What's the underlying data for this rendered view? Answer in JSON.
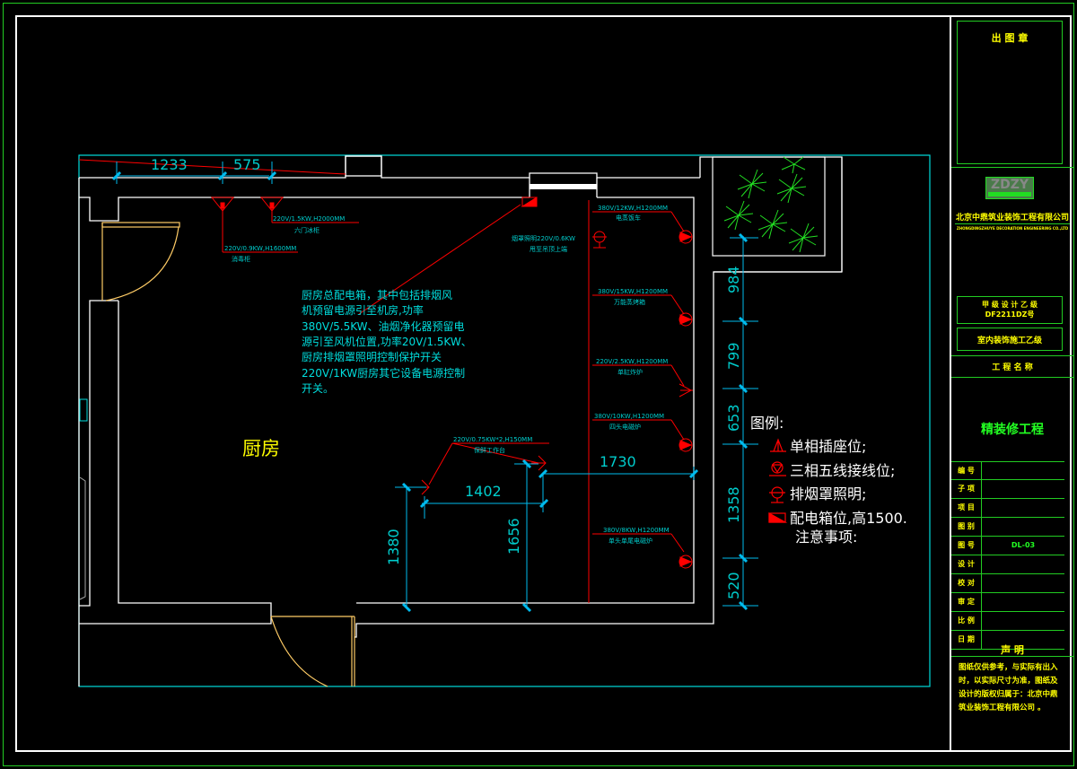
{
  "drawing": {
    "room_label": "厨房",
    "top_dimensions": [
      "1233",
      "575"
    ],
    "right_dimensions": [
      "984",
      "799",
      "653",
      "1358",
      "520"
    ],
    "interior_dimensions": {
      "horizontal_1730": "1730",
      "horizontal_1402": "1402",
      "vertical_1380": "1380",
      "vertical_1656": "1656"
    },
    "outlets": [
      {
        "spec": "220V/1.5KW,H2000MM",
        "name": "六门冰柜"
      },
      {
        "spec": "220V/0.9KW,H1600MM",
        "name": "消毒柜"
      },
      {
        "spec": "380V/12KW,H1200MM",
        "name": "电蒸饭车"
      },
      {
        "spec": "380V/15KW,H1200MM",
        "name": "万能蒸烤箱"
      },
      {
        "spec": "220V/2.5KW,H1200MM",
        "name": "单缸炸炉"
      },
      {
        "spec": "380V/10KW,H1200MM",
        "name": "四头电磁炉"
      },
      {
        "spec": "380V/8KW,H1200MM",
        "name": "单头单尾电磁炉"
      },
      {
        "spec": "220V/0.75KW*2,H150MM",
        "name": "保鲜工作台"
      }
    ],
    "hood_light": {
      "line1": "烟罩照明220V/0.6KW",
      "line2": "甩至吊顶上端"
    },
    "main_panel_note": [
      "厨房总配电箱，其中包括排烟风",
      "机预留电源引至机房,功率",
      "380V/5.5KW、油烟净化器预留电",
      "源引至风机位置,功率20V/1.5KW、",
      "厨房排烟罩照明控制保护开关",
      "220V/1KW厨房其它设备电源控制",
      "开关。"
    ],
    "legend": {
      "title": "图例:",
      "items": [
        {
          "icon": "single-phase-socket-icon",
          "label": "单相插座位;"
        },
        {
          "icon": "three-phase-five-wire-icon",
          "label": "三相五线接线位;"
        },
        {
          "icon": "hood-light-icon",
          "label": "排烟罩照明;"
        },
        {
          "icon": "distribution-box-icon",
          "label": "配电箱位,高1500."
        }
      ],
      "notes_title": "注意事项:"
    }
  },
  "title_block": {
    "stamp_title": "出 图 章",
    "logo_text": "ZDZY",
    "company_cn": "北京中鼎筑业装饰工程有限公司",
    "company_en": "ZHONGDINGZHUYE DECORATION ENGINEERING CO.,LTD",
    "cert1_line1": "甲 级 设 计 乙 级",
    "cert1_line2": "DF2211DZ号",
    "cert2": "室内装饰施工乙级",
    "project_name_label": "工 程 名 称",
    "project_name": "精装修工程",
    "fields": [
      {
        "label": "编 号",
        "value": ""
      },
      {
        "label": "子 项",
        "value": ""
      },
      {
        "label": "项 目",
        "value": ""
      },
      {
        "label": "图 别",
        "value": ""
      },
      {
        "label": "图 号",
        "value": "DL-03"
      },
      {
        "label": "设 计",
        "value": ""
      },
      {
        "label": "校 对",
        "value": ""
      },
      {
        "label": "审 定",
        "value": ""
      },
      {
        "label": "比 例",
        "value": ""
      },
      {
        "label": "日 期",
        "value": ""
      }
    ],
    "statement_title": "声  明",
    "statement_text": "图纸仅供参考，与实际有出入时，以实际尺寸为准，图纸及设计的版权归属于：北京中鼎筑业装饰工程有限公司 。"
  }
}
